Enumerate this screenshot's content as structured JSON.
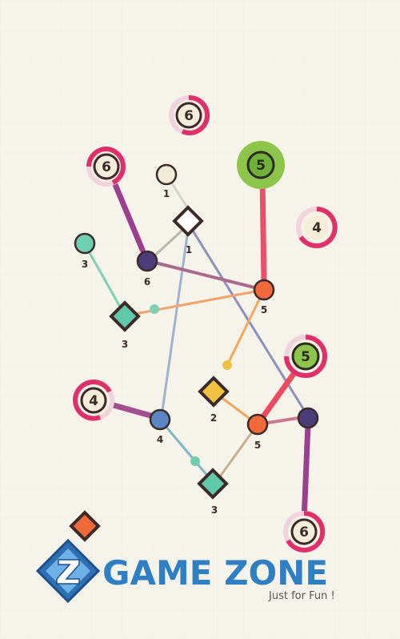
{
  "game": {
    "badges": [
      {
        "id": "b6-top",
        "value": "6",
        "ring": "#e0306b",
        "progress": 0.45
      },
      {
        "id": "b6-left",
        "value": "6",
        "ring": "#e0306b",
        "progress": 0.5
      },
      {
        "id": "b5-top",
        "value": "5",
        "ring": "#8dc44a",
        "progress": 1.0
      },
      {
        "id": "b4-right",
        "value": "4",
        "ring": "#e0306b",
        "progress": 0.7
      },
      {
        "id": "b5-mid",
        "value": "5",
        "ring": "#e0306b",
        "progress": 0.75
      },
      {
        "id": "b4-left",
        "value": "4",
        "ring": "#e0306b",
        "progress": 0.6
      },
      {
        "id": "b6-bottom",
        "value": "6",
        "ring": "#e0306b",
        "progress": 0.8
      }
    ],
    "nodes": [
      {
        "id": "n-cream",
        "shape": "circle",
        "color": "#f1ead7",
        "label": "1"
      },
      {
        "id": "n-diamond-white",
        "shape": "diamond",
        "color": "#ffffff",
        "label": "1"
      },
      {
        "id": "n-teal-small",
        "shape": "circle",
        "color": "#6ecfb1",
        "label": "3"
      },
      {
        "id": "n-purple-top",
        "shape": "circle",
        "color": "#4c3d7a",
        "label": "6"
      },
      {
        "id": "n-orange-top",
        "shape": "circle",
        "color": "#f26a3c",
        "label": "5"
      },
      {
        "id": "n-diamond-teal-top",
        "shape": "diamond",
        "color": "#5fc9a9",
        "label": "3"
      },
      {
        "id": "n-diamond-yellow",
        "shape": "diamond",
        "color": "#f0c040",
        "label": "2"
      },
      {
        "id": "n-orange-bottom",
        "shape": "circle",
        "color": "#f26a3c",
        "label": "5"
      },
      {
        "id": "n-purple-bottom",
        "shape": "circle",
        "color": "#4c3d7a",
        "label": ""
      },
      {
        "id": "n-blue",
        "shape": "circle",
        "color": "#5a86c6",
        "label": "4"
      },
      {
        "id": "n-diamond-teal-bottom",
        "shape": "diamond",
        "color": "#5fc9a9",
        "label": "3"
      },
      {
        "id": "n-diamond-orange",
        "shape": "diamond",
        "color": "#ee6a3a",
        "label": ""
      }
    ]
  },
  "logo": {
    "title": "GAME ZONE",
    "tagline": "Just for Fun !",
    "colors": {
      "primary": "#2f7fc4",
      "secondary": "#555555"
    },
    "icon": "z-letter-icon"
  }
}
